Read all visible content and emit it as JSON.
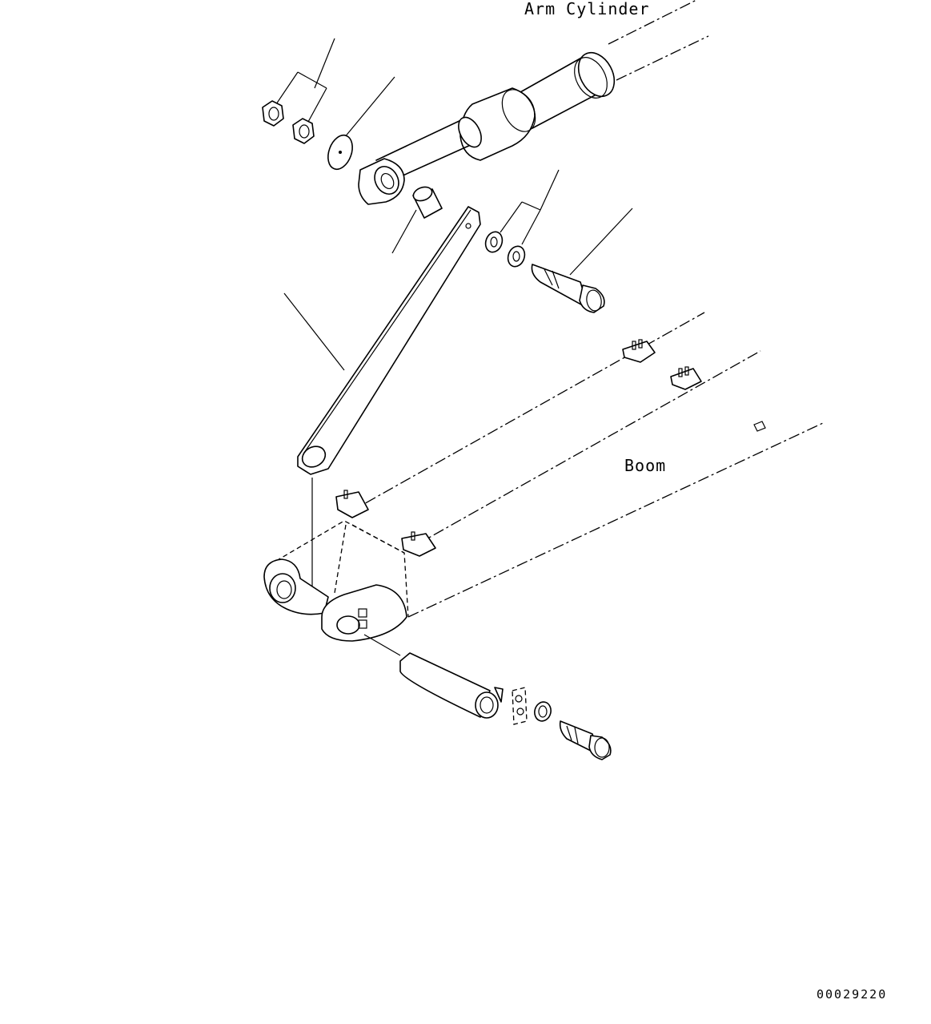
{
  "labels": {
    "arm_cylinder": "Arm Cylinder",
    "boom": "Boom",
    "drawing_number": "00029220"
  }
}
